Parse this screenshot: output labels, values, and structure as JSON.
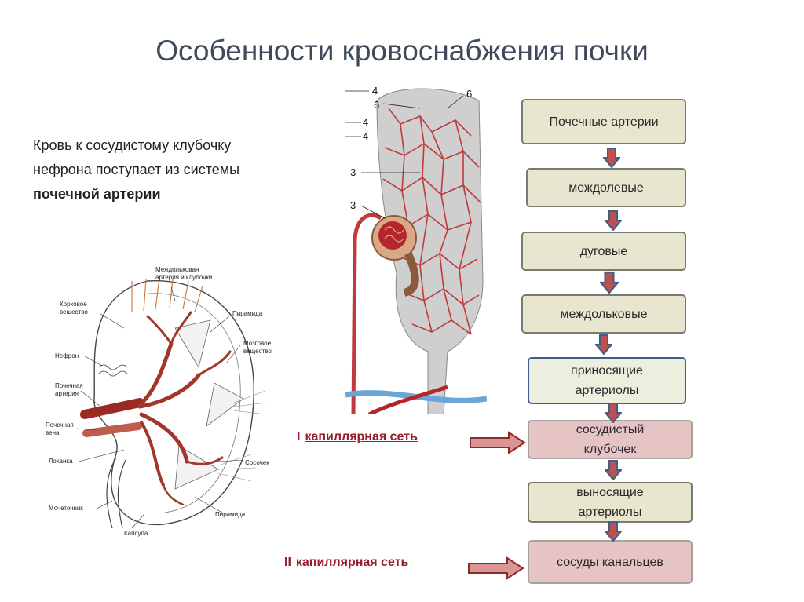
{
  "title": "Особенности кровоснабжения почки",
  "intro": {
    "line1": "Кровь к сосудистому клубочку",
    "line2": "нефрона поступает из системы",
    "line3_bold": "почечной артерии"
  },
  "kidney_figure": {
    "labels": {
      "interlobular_1": "Междольковая",
      "interlobular_2": "артерия и клубочки",
      "cortex_1": "Корковое",
      "cortex_2": "вещество",
      "pyramid_top": "Пирамида",
      "medulla_1": "Мозговое",
      "medulla_2": "вещество",
      "nephron": "Нефрон",
      "artery_1": "Почечная",
      "artery_2": "артерия",
      "vein_1": "Почечная",
      "vein_2": "вена",
      "pelvis": "Лоханка",
      "papilla": "Сосочек",
      "ureter": "Мочеточник",
      "pyramid_bottom": "Пирамида",
      "capsule": "Капсула"
    }
  },
  "nephron_figure": {
    "labels": [
      "4",
      "6",
      "4",
      "4",
      "3",
      "3",
      "6"
    ]
  },
  "flow": {
    "steps": [
      "Почечные артерии",
      "междолевые",
      "дуговые",
      "междольковые",
      "приносящие артериолы",
      "сосудистый клубочек",
      "выносящие артериолы",
      "сосуды канальцев"
    ]
  },
  "capillary_labels": {
    "first_numeral": "I",
    "first_text": "капиллярная сеть",
    "second_numeral": "II",
    "second_text": "капиллярная сеть"
  },
  "colors": {
    "box_fill": "#e8e6cf",
    "box_pink": "#e6c3c5",
    "arrow_fill": "#c0504d",
    "arrow_stroke": "#3e5f8a",
    "label_red": "#9a1c2a",
    "title": "#3c4a5c"
  }
}
